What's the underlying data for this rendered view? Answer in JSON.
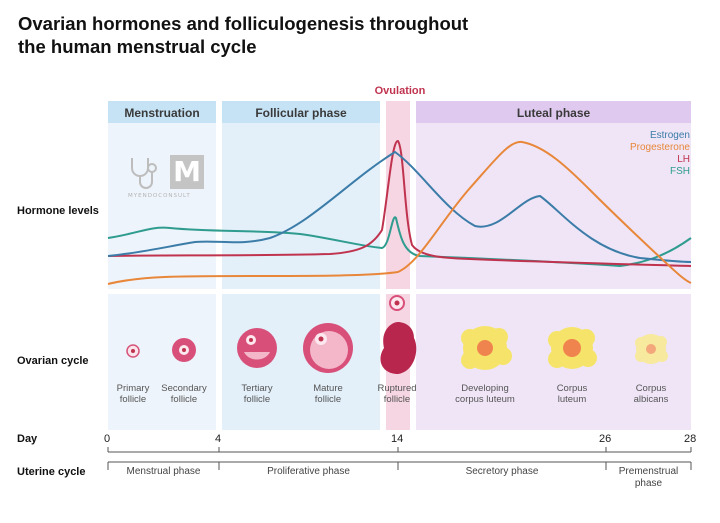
{
  "title": {
    "line1": "Ovarian hormones and folliculogenesis throughout",
    "line2": "the human menstrual cycle"
  },
  "phases": {
    "menstruation": "Menstruation",
    "follicular": "Follicular phase",
    "ovulation": "Ovulation",
    "luteal": "Luteal phase"
  },
  "row_labels": {
    "hormones": "Hormone levels",
    "ovarian": "Ovarian cycle",
    "day": "Day",
    "uterine": "Uterine cycle"
  },
  "legend": [
    {
      "name": "Estrogen",
      "color": "#3b7ca8"
    },
    {
      "name": "Progesterone",
      "color": "#e8873a"
    },
    {
      "name": "LH",
      "color": "#c0334f"
    },
    {
      "name": "FSH",
      "color": "#2f9c8f"
    }
  ],
  "watermark": {
    "letter": "M",
    "text": "MYENDOCONSULT"
  },
  "ovarian_stages": [
    {
      "line1": "Primary",
      "line2": "follicle"
    },
    {
      "line1": "Secondary",
      "line2": "follicle"
    },
    {
      "line1": "Tertiary",
      "line2": "follicle"
    },
    {
      "line1": "Mature",
      "line2": "follicle"
    },
    {
      "line1": "Ruptured",
      "line2": "follicle"
    },
    {
      "line1": "Developing",
      "line2": "corpus luteum"
    },
    {
      "line1": "Corpus",
      "line2": "luteum"
    },
    {
      "line1": "Corpus",
      "line2": "albicans"
    }
  ],
  "days": [
    "0",
    "4",
    "14",
    "26",
    "28"
  ],
  "uterine_phases": {
    "menstrual": "Menstrual phase",
    "proliferative": "Proliferative phase",
    "secretory": "Secretory phase",
    "premenstrual_line1": "Premenstrual",
    "premenstrual_line2": "phase"
  }
}
